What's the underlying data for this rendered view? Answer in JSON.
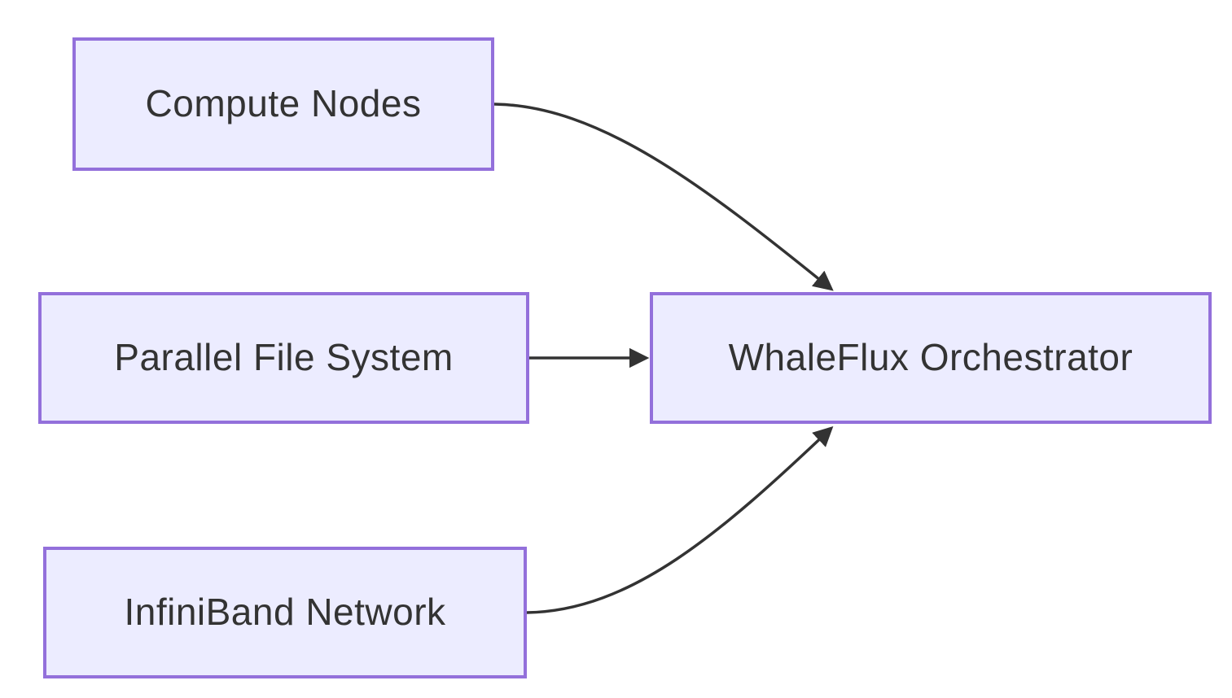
{
  "diagram": {
    "type": "flowchart",
    "direction": "left-to-right",
    "nodes": [
      {
        "id": "compute",
        "label": "Compute Nodes"
      },
      {
        "id": "pfs",
        "label": "Parallel File System"
      },
      {
        "id": "ib",
        "label": "InfiniBand Network"
      },
      {
        "id": "orchestrator",
        "label": "WhaleFlux Orchestrator"
      }
    ],
    "edges": [
      {
        "from": "Compute Nodes",
        "to": "WhaleFlux Orchestrator",
        "style": "curved-down"
      },
      {
        "from": "Parallel File System",
        "to": "WhaleFlux Orchestrator",
        "style": "straight"
      },
      {
        "from": "InfiniBand Network",
        "to": "WhaleFlux Orchestrator",
        "style": "curved-up"
      }
    ],
    "colors": {
      "node_fill": "#ECECFF",
      "node_border": "#9370DB",
      "edge": "#333333",
      "text": "#333333",
      "background": "#FFFFFF"
    }
  }
}
